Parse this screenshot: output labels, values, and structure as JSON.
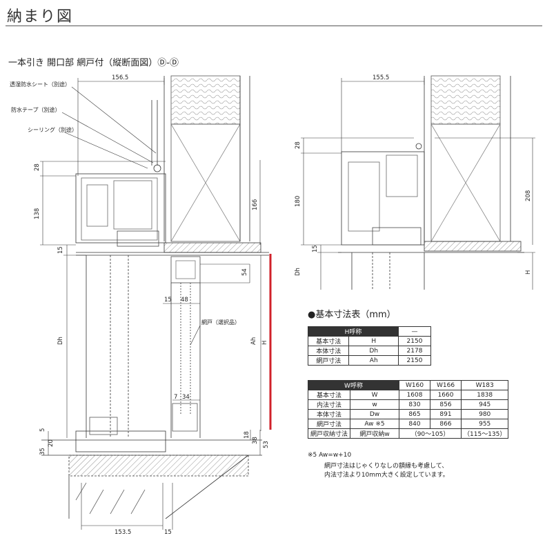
{
  "page_title": "納まり図",
  "subtitle": "一本引き 開口部 網戸付（縦断面図）Ⓓ-Ⓓ",
  "labels": {
    "sheet": "透湿防水シート（別途）",
    "tape": "防水テープ（別途）",
    "sealing": "シーリング（別途）",
    "screen": "網戸（選択品）"
  },
  "dims_left": {
    "top_width": "156.5",
    "d28": "28",
    "d138": "138",
    "d15": "15",
    "d166": "166",
    "d54": "54",
    "d15b": "15",
    "d48": "48",
    "dDh": "Dh",
    "dAh": "Ah",
    "dH": "H",
    "d7": "7",
    "d34": "34",
    "d5": "5",
    "d20": "20",
    "d35": "35",
    "d18": "18",
    "d38": "38",
    "d53": "53",
    "bottom_width": "153.5",
    "d15c": "15"
  },
  "dims_right": {
    "top_width": "155.5",
    "d28": "28",
    "d180": "180",
    "d208": "208",
    "d15": "15",
    "dDh": "Dh",
    "dH": "H"
  },
  "table_title": "●基本寸法表（mm）",
  "table_h": {
    "header": [
      "H呼称",
      "—"
    ],
    "rows": [
      [
        "基本寸法",
        "H",
        "2150"
      ],
      [
        "本体寸法",
        "Dh",
        "2178"
      ],
      [
        "網戸寸法",
        "Ah",
        "2150"
      ]
    ]
  },
  "table_w": {
    "header": [
      "W呼称",
      "W160",
      "W166",
      "W183"
    ],
    "rows": [
      [
        "基本寸法",
        "W",
        "1608",
        "1660",
        "1838"
      ],
      [
        "内法寸法",
        "w",
        "830",
        "856",
        "945"
      ],
      [
        "本体寸法",
        "Dw",
        "865",
        "891",
        "980"
      ],
      [
        "網戸寸法",
        "Aw ※5",
        "840",
        "866",
        "955"
      ]
    ],
    "last_row": [
      "網戸収納寸法",
      "網戸収納w",
      "（90～105）",
      "（115～135）"
    ]
  },
  "notes": [
    "※5 Aw=w+10",
    "網戸寸法はじゃくりなしの額縁も考慮して、",
    "内法寸法より10mm大きく設定しています。"
  ],
  "colors": {
    "accent_line": "#d0202a",
    "dark_header": "#333333"
  }
}
